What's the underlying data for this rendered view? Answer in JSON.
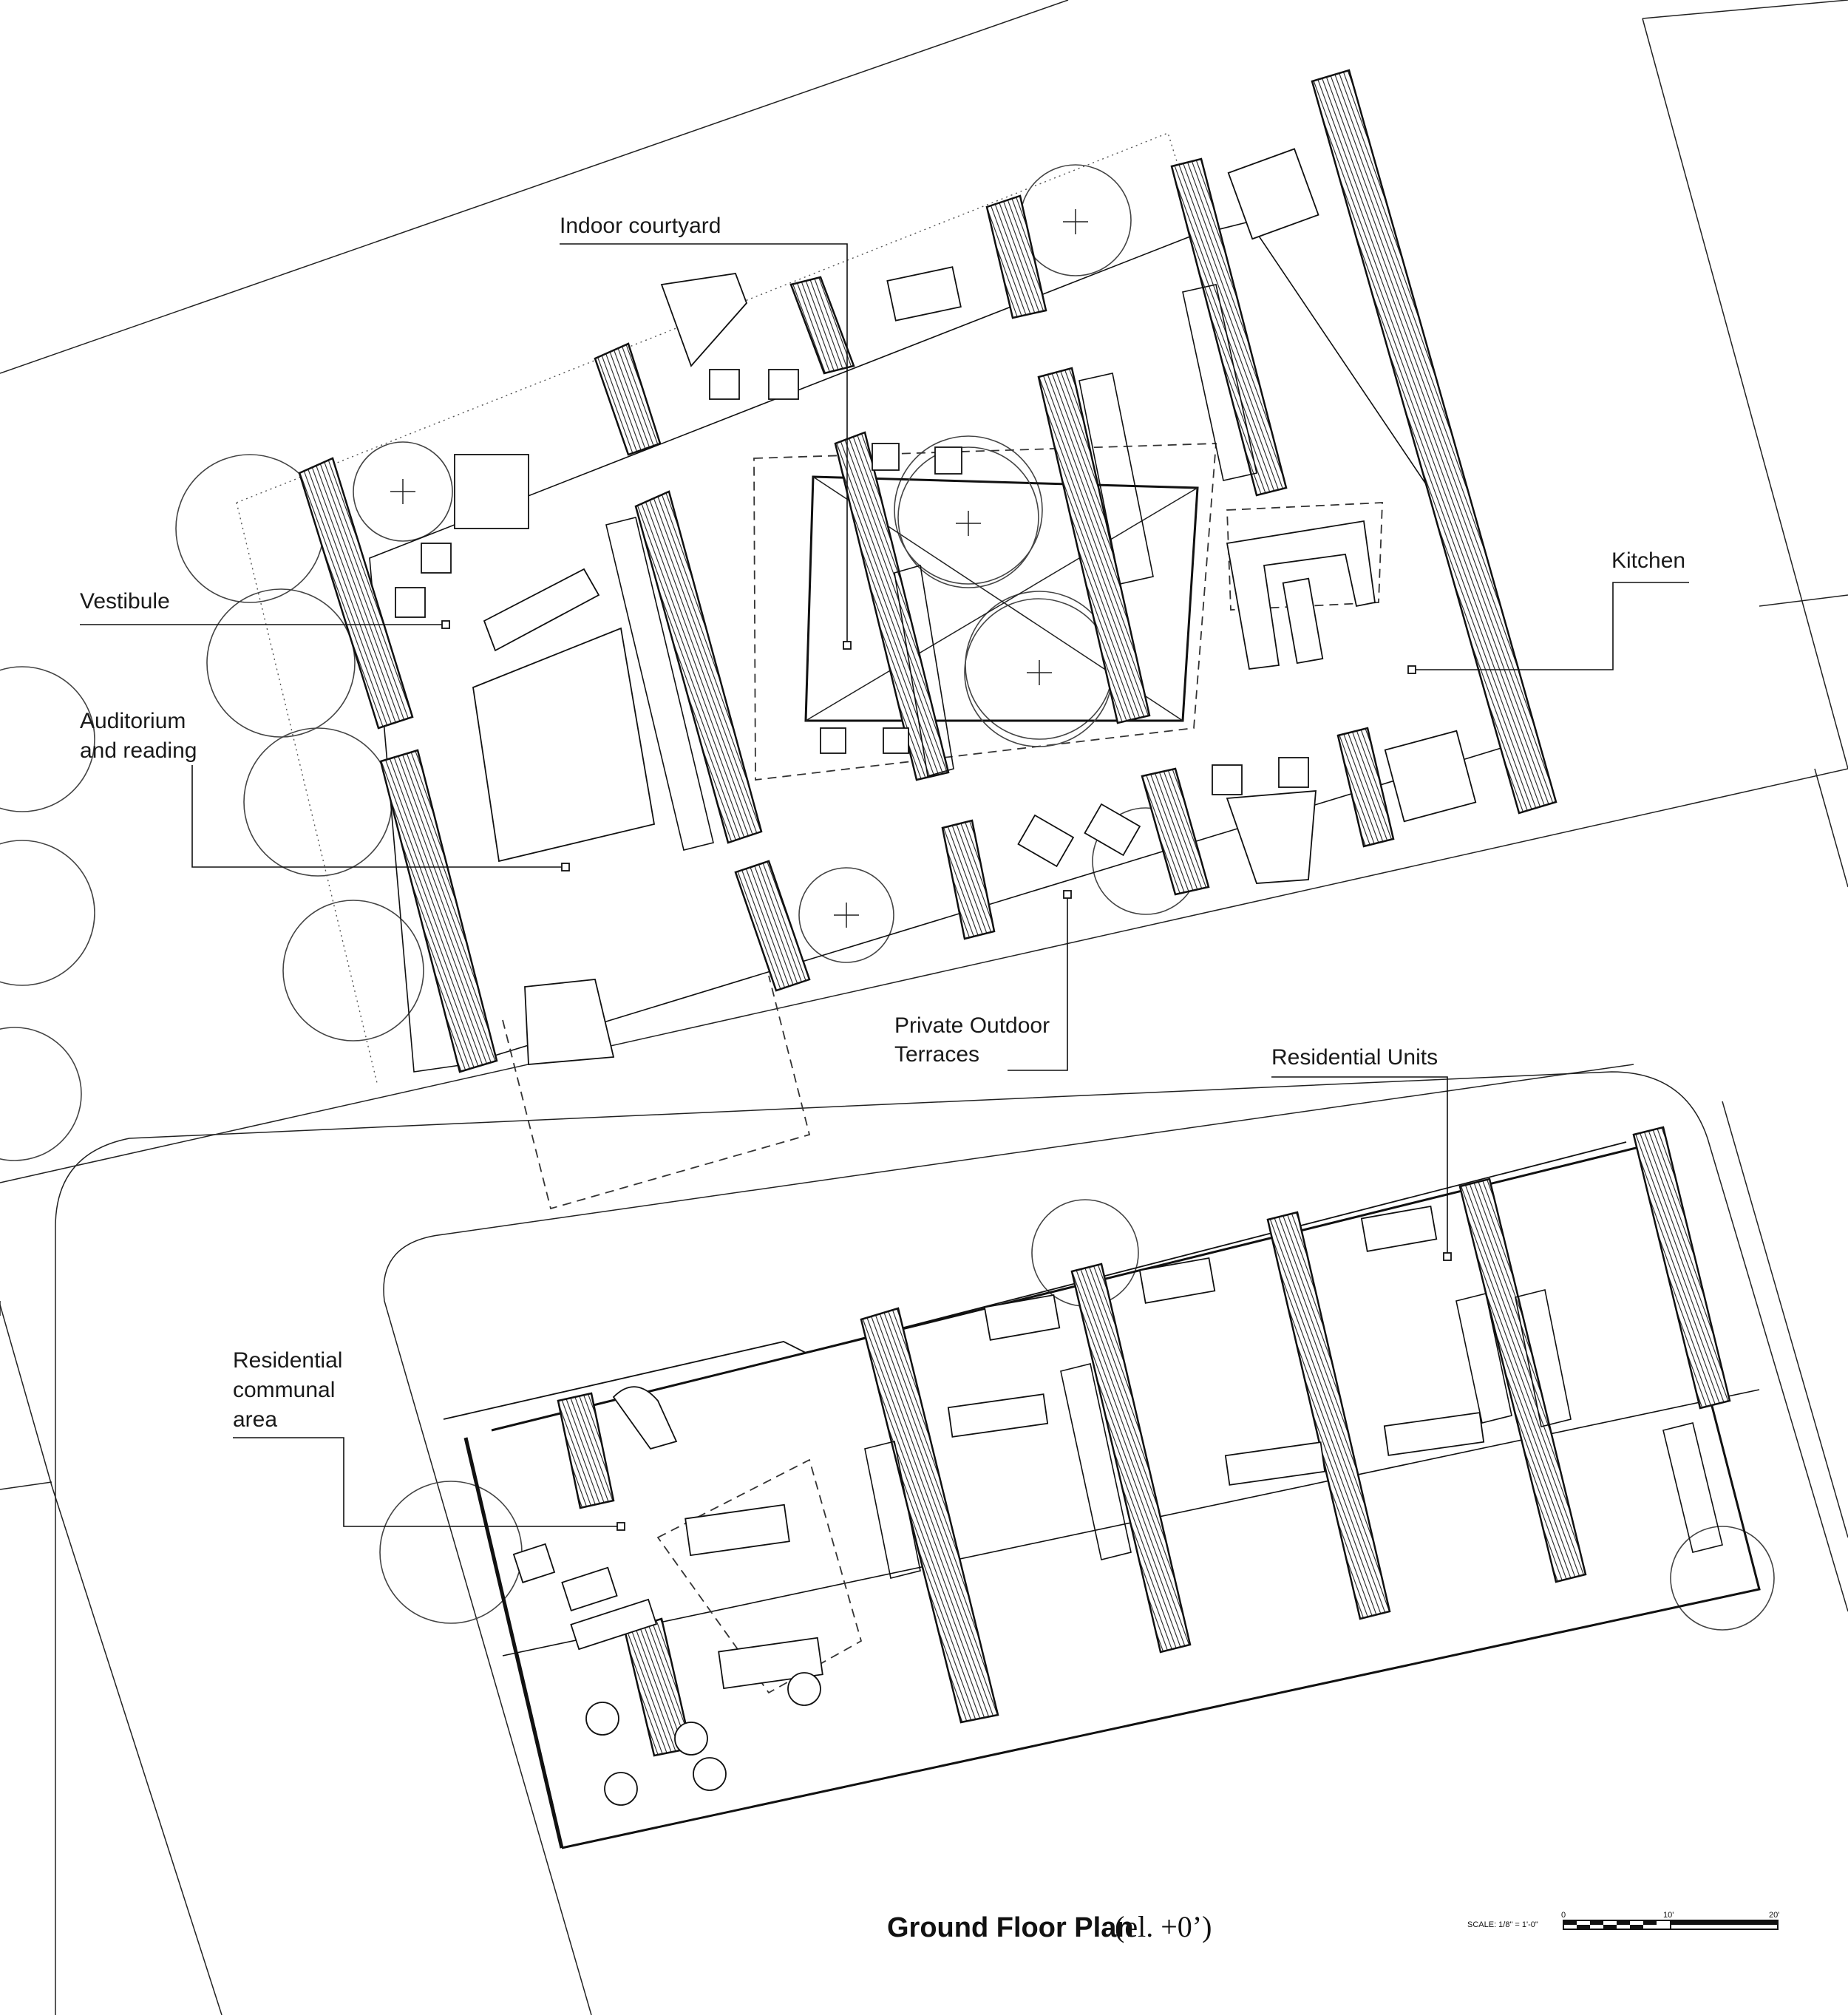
{
  "title": "Ground Floor Plan",
  "subtitle": "(el. +0’)",
  "labels": {
    "indoor_courtyard": "Indoor courtyard",
    "vestibule": "Vestibule",
    "auditorium_line1": "Auditorium",
    "auditorium_line2": "and reading",
    "kitchen": "Kitchen",
    "terraces_line1": "Private Outdoor",
    "terraces_line2": "Terraces",
    "residential_units": "Residential Units",
    "communal_line1": "Residential",
    "communal_line2": "communal",
    "communal_line3": "area"
  },
  "scale": {
    "text": "SCALE: 1/8\" = 1'-0\"",
    "tick_0": "0",
    "tick_10": "10'",
    "tick_20": "20'"
  },
  "colors": {
    "ink": "#111111",
    "paper": "#ffffff"
  }
}
